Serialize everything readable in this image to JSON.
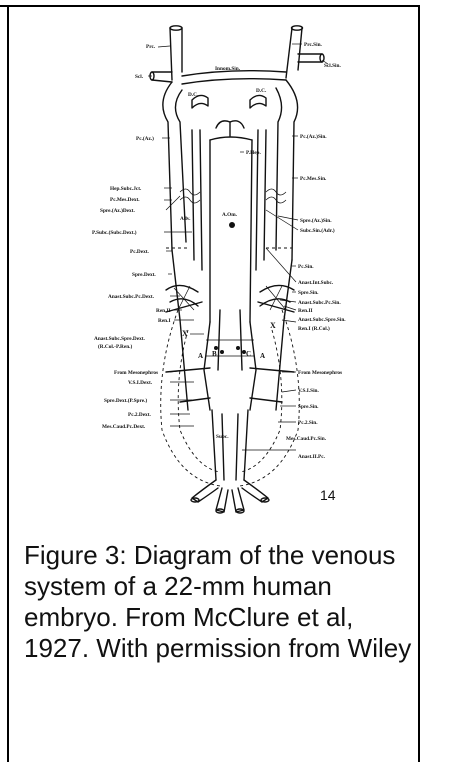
{
  "figure": {
    "number": "14",
    "labels": {
      "prc": "Prc.",
      "prc_sin": "Prc.Sin.",
      "scl": "Scl.",
      "scl_sin": "Scl.Sin.",
      "innom_sin": "Innom.Sin.",
      "dc_left": "D.C.",
      "dc_right": "D.C.",
      "pc_az": "Pc.(Az.)",
      "pc_az_sin": "Pc.(Az.)Sin.",
      "p_hep": "P.Hep.",
      "pc_mes_sin": "Pc.Mes.Sin.",
      "hep_subc_jct": "Hep.Subc.Jct.",
      "pc_mes_dext": "Pc.Mes.Dext.",
      "spre_az_dext": "Spre.(Az.)Dext.",
      "adv": "Adv.",
      "spre_az_sin": "Spre.(Az.)Sin.",
      "subc_sin_adr": "Subc.Sin.(Adr.)",
      "a_om": "A.Om.",
      "p_subc_dext": "P.Subc.(Subc.Dext.)",
      "pc_dext": "Pc.Dext.",
      "pc_sin": "Pc.Sin.",
      "spre_dext": "Spre.Dext.",
      "anast_int_subc": "Anast.Int.Subc.",
      "spre_sin": "Spre.Sin.",
      "anast_subc_pc_dext": "Anast.Subc.Pc.Dext.",
      "anast_subc_pc_sin": "Anast.Subc.Pc.Sin.",
      "ren_ii_left": "Ren.II",
      "ren_i_left": "Ren.I",
      "ren_ii_right": "Ren.II",
      "anast_subc_spre_sin": "Anast.Subc.Spre.Sin.",
      "ren_i_rcol": "Ren.I (R.Col.)",
      "x_left": "X",
      "x_right": "X",
      "anast_subc_spre_dext": "Anast.Subc.Spre.Dext.",
      "rcol_pren": "(R.Col.-P.Ren.)",
      "a_left": "A",
      "b": "B",
      "c": "C",
      "a_right": "A",
      "from_meso_left": "From Mesonephros",
      "from_meso_right": "From Mesonephros",
      "vsi_dext": "V.S.I.Dext.",
      "vsi_sin": "V.S.I.Sin.",
      "spre_sin_low": "Spre.Sin.",
      "spre_dext_p": "Spre.Dext.(P.Spre.)",
      "pc2_sin": "Pc.2.Sin.",
      "pc2_dext": "Pc.2.Dext.",
      "mes_caud_pc_dext": "Mes.Caud.Pc.Dext.",
      "subc": "Subc.",
      "mes_caud_pc_sin": "Mes.Caud.Pc.Sin.",
      "anast_ii_pc": "Anast.II.Pc."
    }
  },
  "caption": "Figure 3: Diagram of the venous system of a 22-mm human embryo. From McClure et al, 1927. With permission from Wiley"
}
